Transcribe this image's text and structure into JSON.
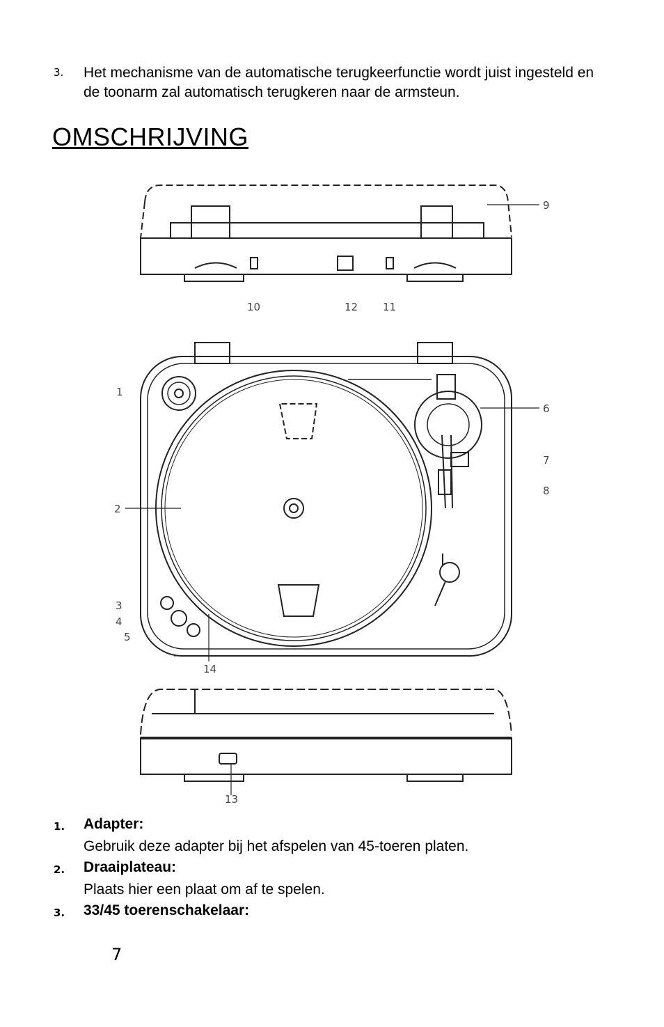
{
  "step3": {
    "number": "3.",
    "text": "Het mechanisme van de automatische terugkeerfunctie wordt juist ingesteld en de toonarm zal automatisch terugkeren naar de armsteun."
  },
  "heading": "OMSCHRIJVING",
  "figure": {
    "callouts": [
      "1",
      "2",
      "3",
      "4",
      "5",
      "6",
      "7",
      "8",
      "9",
      "10",
      "11",
      "12",
      "13",
      "14"
    ]
  },
  "items": [
    {
      "number": "1.",
      "title": "Adapter:",
      "desc": "Gebruik deze adapter bij het afspelen van 45-toeren platen."
    },
    {
      "number": "2.",
      "title": "Draaiplateau:",
      "desc": "Plaats hier een plaat om af te spelen."
    },
    {
      "number": "3.",
      "title": "33/45 toerenschakelaar:",
      "desc": ""
    }
  ],
  "page_number": "7"
}
